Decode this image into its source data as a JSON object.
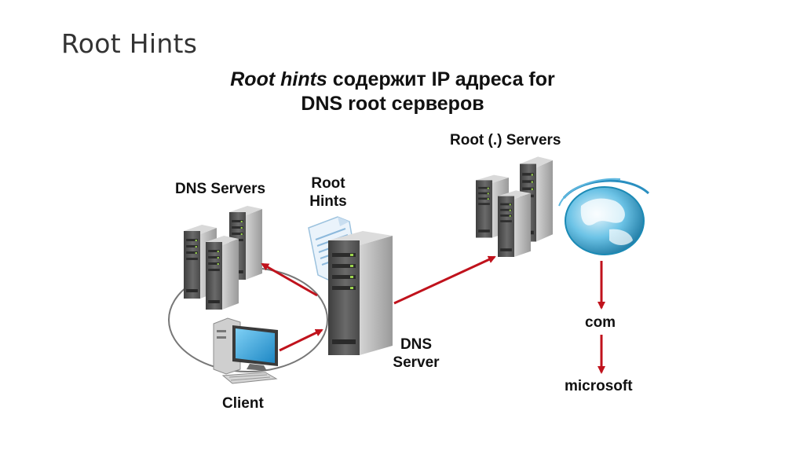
{
  "slide": {
    "title": "Root Hints",
    "subtitle_emphasis": "Root hints",
    "subtitle_line1_rest": " содержит IP адреса for",
    "subtitle_line2": "DNS root серверов"
  },
  "labels": {
    "dns_servers": "DNS Servers",
    "root_hints_line1": "Root",
    "root_hints_line2": "Hints",
    "root_servers": "Root (.) Servers",
    "dns_server_line1": "DNS",
    "dns_server_line2": "Server",
    "client": "Client",
    "com": "com",
    "microsoft": "microsoft"
  },
  "icons": {
    "server": "server-tower-icon",
    "document": "document-icon",
    "globe": "globe-icon",
    "client": "desktop-computer-icon"
  },
  "colors": {
    "arrow": "#c0121c",
    "ring": "#777777",
    "server_dark": "#4a4a4a",
    "server_light": "#a8a8a8",
    "globe": "#1b8ab5",
    "screen": "#2fa3dc"
  }
}
